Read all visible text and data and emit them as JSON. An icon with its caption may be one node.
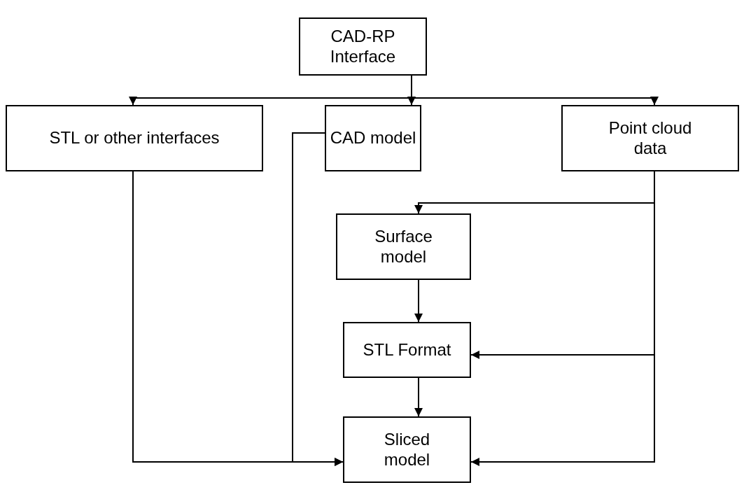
{
  "diagram": {
    "nodes": [
      {
        "text": [
          "CAD-RP Interface"
        ]
      },
      {
        "text": [
          "STL or other interfaces"
        ]
      },
      {
        "text": [
          "CAD model"
        ]
      },
      {
        "text": [
          "Point cloud data"
        ]
      },
      {
        "text": [
          "Surface model"
        ]
      },
      {
        "text": [
          "STL Format"
        ]
      },
      {
        "text": [
          "Sliced model"
        ]
      }
    ],
    "edges": [
      {
        "from": 0,
        "to": 1,
        "arrow": "to"
      },
      {
        "from": 0,
        "to": 2,
        "arrow": "to"
      },
      {
        "from": 0,
        "to": 3,
        "arrow": "to"
      },
      {
        "from": 1,
        "to": 6,
        "arrow": "to"
      },
      {
        "from": 2,
        "to": 6,
        "arrow": "to"
      },
      {
        "from": 3,
        "to": 4,
        "arrow": "to"
      },
      {
        "from": 3,
        "to": 5,
        "arrow": "to"
      },
      {
        "from": 3,
        "to": 6,
        "arrow": "to"
      },
      {
        "from": 4,
        "to": 5,
        "arrow": "to"
      },
      {
        "from": 5,
        "to": 6,
        "arrow": "to"
      }
    ]
  }
}
